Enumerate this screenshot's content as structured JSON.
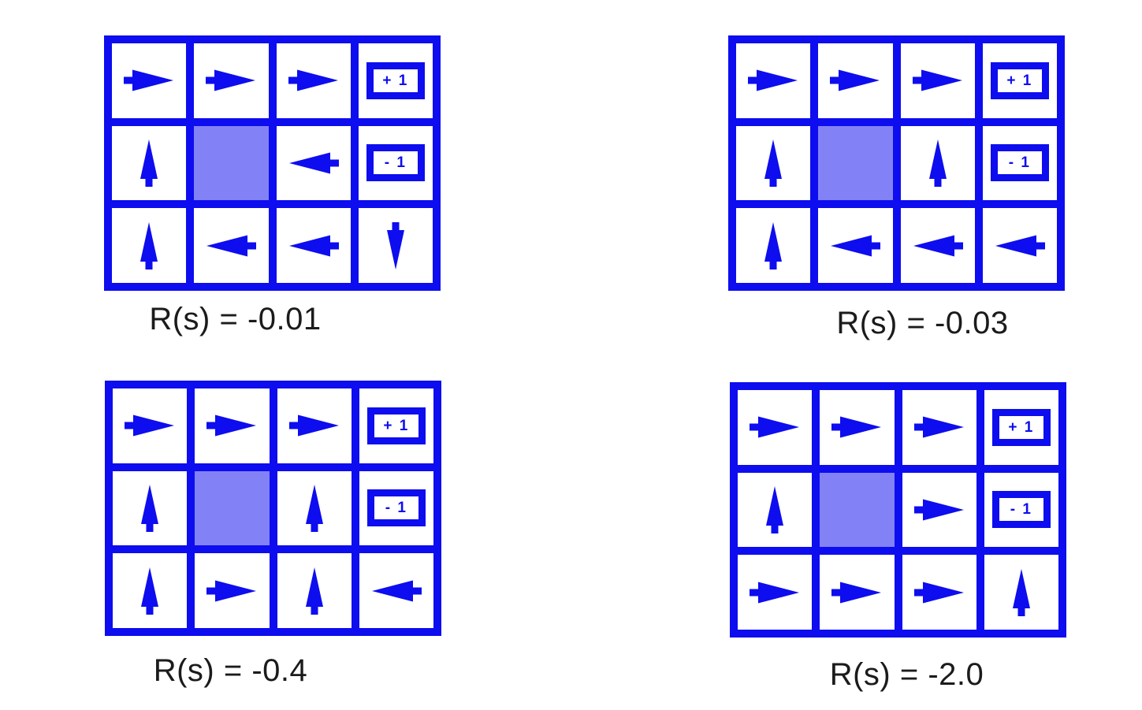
{
  "figure": {
    "description": "Optimal policies for the 4x3 gridworld under four different state reward values R(s)",
    "colors": {
      "grid_blue": "#0d0def",
      "blocked_cell": "#8282f6",
      "caption_text": "#1b1b1b",
      "background": "#ffffff"
    },
    "terminals": {
      "positive_label": "+ 1",
      "negative_label": "- 1"
    },
    "grids": [
      {
        "caption": "R(s) = -0.01",
        "reward": -0.01,
        "cells": [
          [
            "right",
            "right",
            "right",
            "plus"
          ],
          [
            "up",
            "wall",
            "left",
            "minus"
          ],
          [
            "up",
            "left",
            "left",
            "down"
          ]
        ]
      },
      {
        "caption": "R(s) = -0.03",
        "reward": -0.03,
        "cells": [
          [
            "right",
            "right",
            "right",
            "plus"
          ],
          [
            "up",
            "wall",
            "up",
            "minus"
          ],
          [
            "up",
            "left",
            "left",
            "left"
          ]
        ]
      },
      {
        "caption": "R(s) = -0.4",
        "reward": -0.4,
        "cells": [
          [
            "right",
            "right",
            "right",
            "plus"
          ],
          [
            "up",
            "wall",
            "up",
            "minus"
          ],
          [
            "up",
            "right",
            "up",
            "left"
          ]
        ]
      },
      {
        "caption": "R(s) = -2.0",
        "reward": -2.0,
        "cells": [
          [
            "right",
            "right",
            "right",
            "plus"
          ],
          [
            "up",
            "wall",
            "right",
            "minus"
          ],
          [
            "right",
            "right",
            "right",
            "up"
          ]
        ]
      }
    ]
  }
}
